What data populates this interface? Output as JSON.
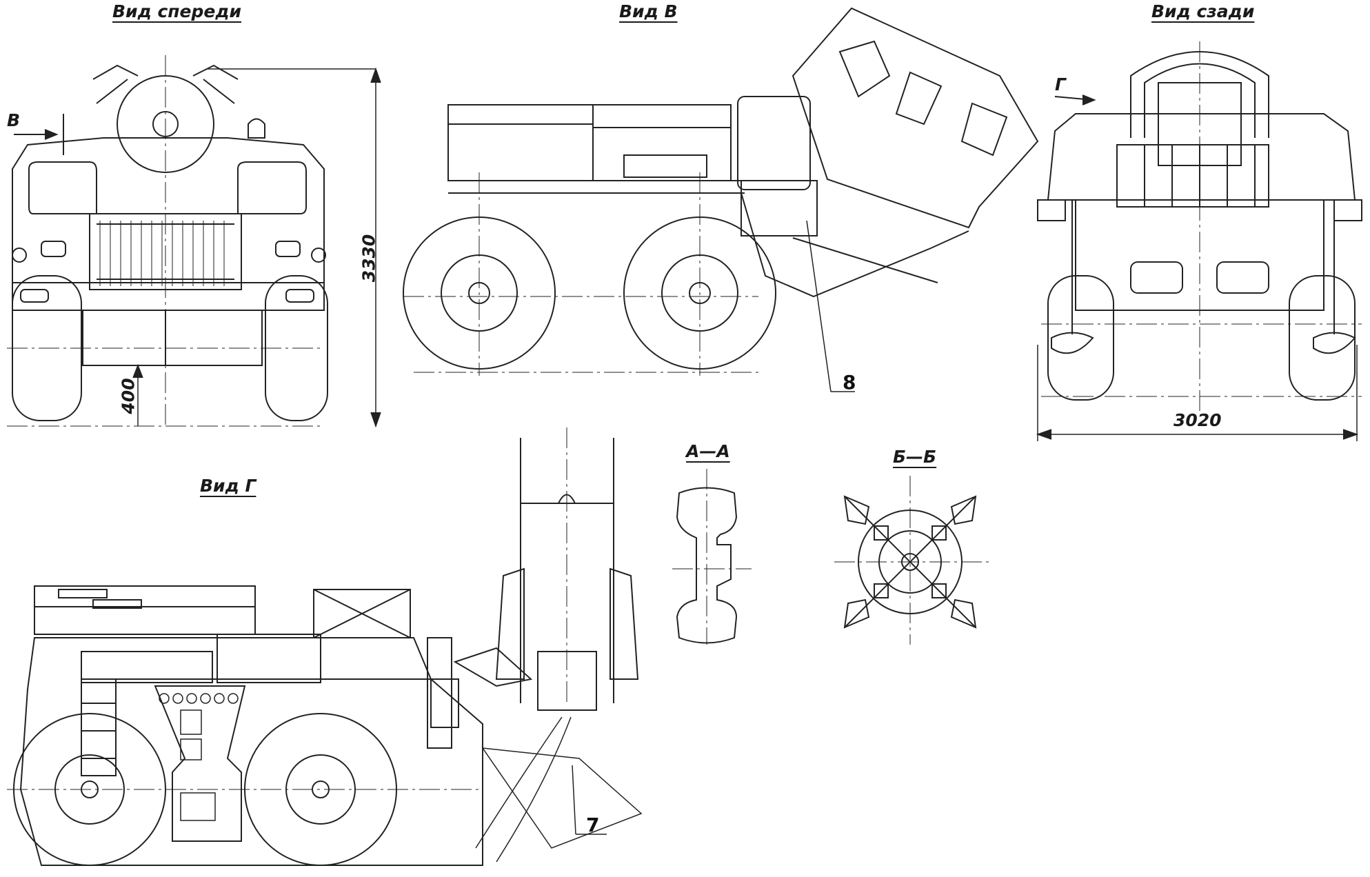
{
  "views": {
    "front": "Вид спереди",
    "b": "Вид В",
    "rear": "Вид сзади",
    "g": "Вид Г",
    "section_aa": "А—А",
    "section_bb": "Б—Б"
  },
  "dimensions": {
    "height": "3330",
    "clearance": "400",
    "width": "3020"
  },
  "refs": {
    "item8": "8",
    "item7": "7"
  },
  "arrows": {
    "front_arrow": "В",
    "rear_arrow": "Г"
  }
}
